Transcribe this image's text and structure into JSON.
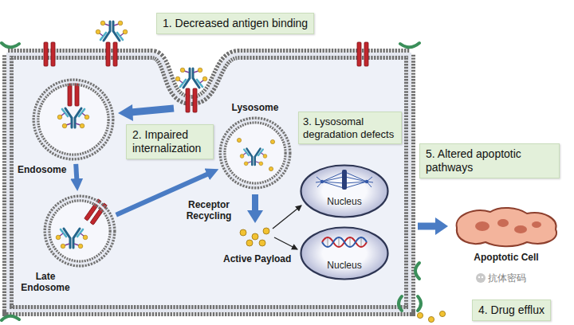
{
  "diagram": {
    "nodes": [
      {
        "text": [
          "1. Decreased antigen binding"
        ]
      },
      {
        "text": [
          "Endosome"
        ]
      },
      {
        "text": [
          "2. Impaired internalization"
        ]
      },
      {
        "text": [
          "Lysosome"
        ]
      },
      {
        "text": [
          "3. Lysosomal degradation defects"
        ]
      },
      {
        "text": [
          "5. Altered apoptotic pathways"
        ]
      },
      {
        "text": [
          "Late Endosome"
        ]
      },
      {
        "text": [
          "Nucleus"
        ]
      },
      {
        "text": [
          "Nucleus"
        ]
      },
      {
        "text": [
          "Apoptotic Cell"
        ]
      },
      {
        "text": [
          "4. Drug efflux"
        ]
      }
    ],
    "edges": [
      {
        "from": 1,
        "to": 6,
        "arrow": "to"
      },
      {
        "from": 6,
        "to": 3,
        "arrow": "to"
      }
    ],
    "labels": [
      "Receptor Recycling",
      "Active Payload",
      "抗体密码"
    ]
  }
}
